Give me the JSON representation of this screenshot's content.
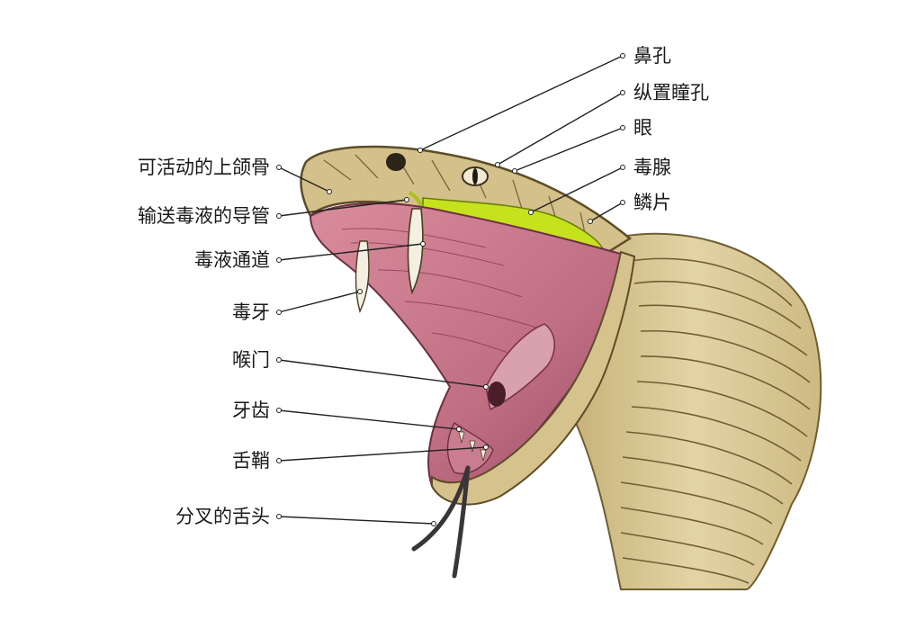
{
  "labels_left": [
    {
      "id": "movable-maxilla",
      "text": "可活动的上颌骨"
    },
    {
      "id": "venom-duct",
      "text": "输送毒液的导管"
    },
    {
      "id": "venom-channel",
      "text": "毒液通道"
    },
    {
      "id": "fang",
      "text": "毒牙"
    },
    {
      "id": "glottis",
      "text": "喉门"
    },
    {
      "id": "teeth",
      "text": "牙齿"
    },
    {
      "id": "tongue-sheath",
      "text": "舌鞘"
    },
    {
      "id": "forked-tongue",
      "text": "分叉的舌头"
    }
  ],
  "labels_right": [
    {
      "id": "nostril",
      "text": "鼻孔"
    },
    {
      "id": "vertical-pupil",
      "text": "纵置瞳孔"
    },
    {
      "id": "eye",
      "text": "眼"
    },
    {
      "id": "venom-gland",
      "text": "毒腺"
    },
    {
      "id": "scales",
      "text": "鳞片"
    }
  ],
  "colors": {
    "skin": "#d8c48e",
    "skin_dark": "#b59f62",
    "mouth": "#c9798a",
    "mouth_dark": "#8e3f55",
    "gland": "#c6e21c",
    "leader_line": "#222222"
  }
}
